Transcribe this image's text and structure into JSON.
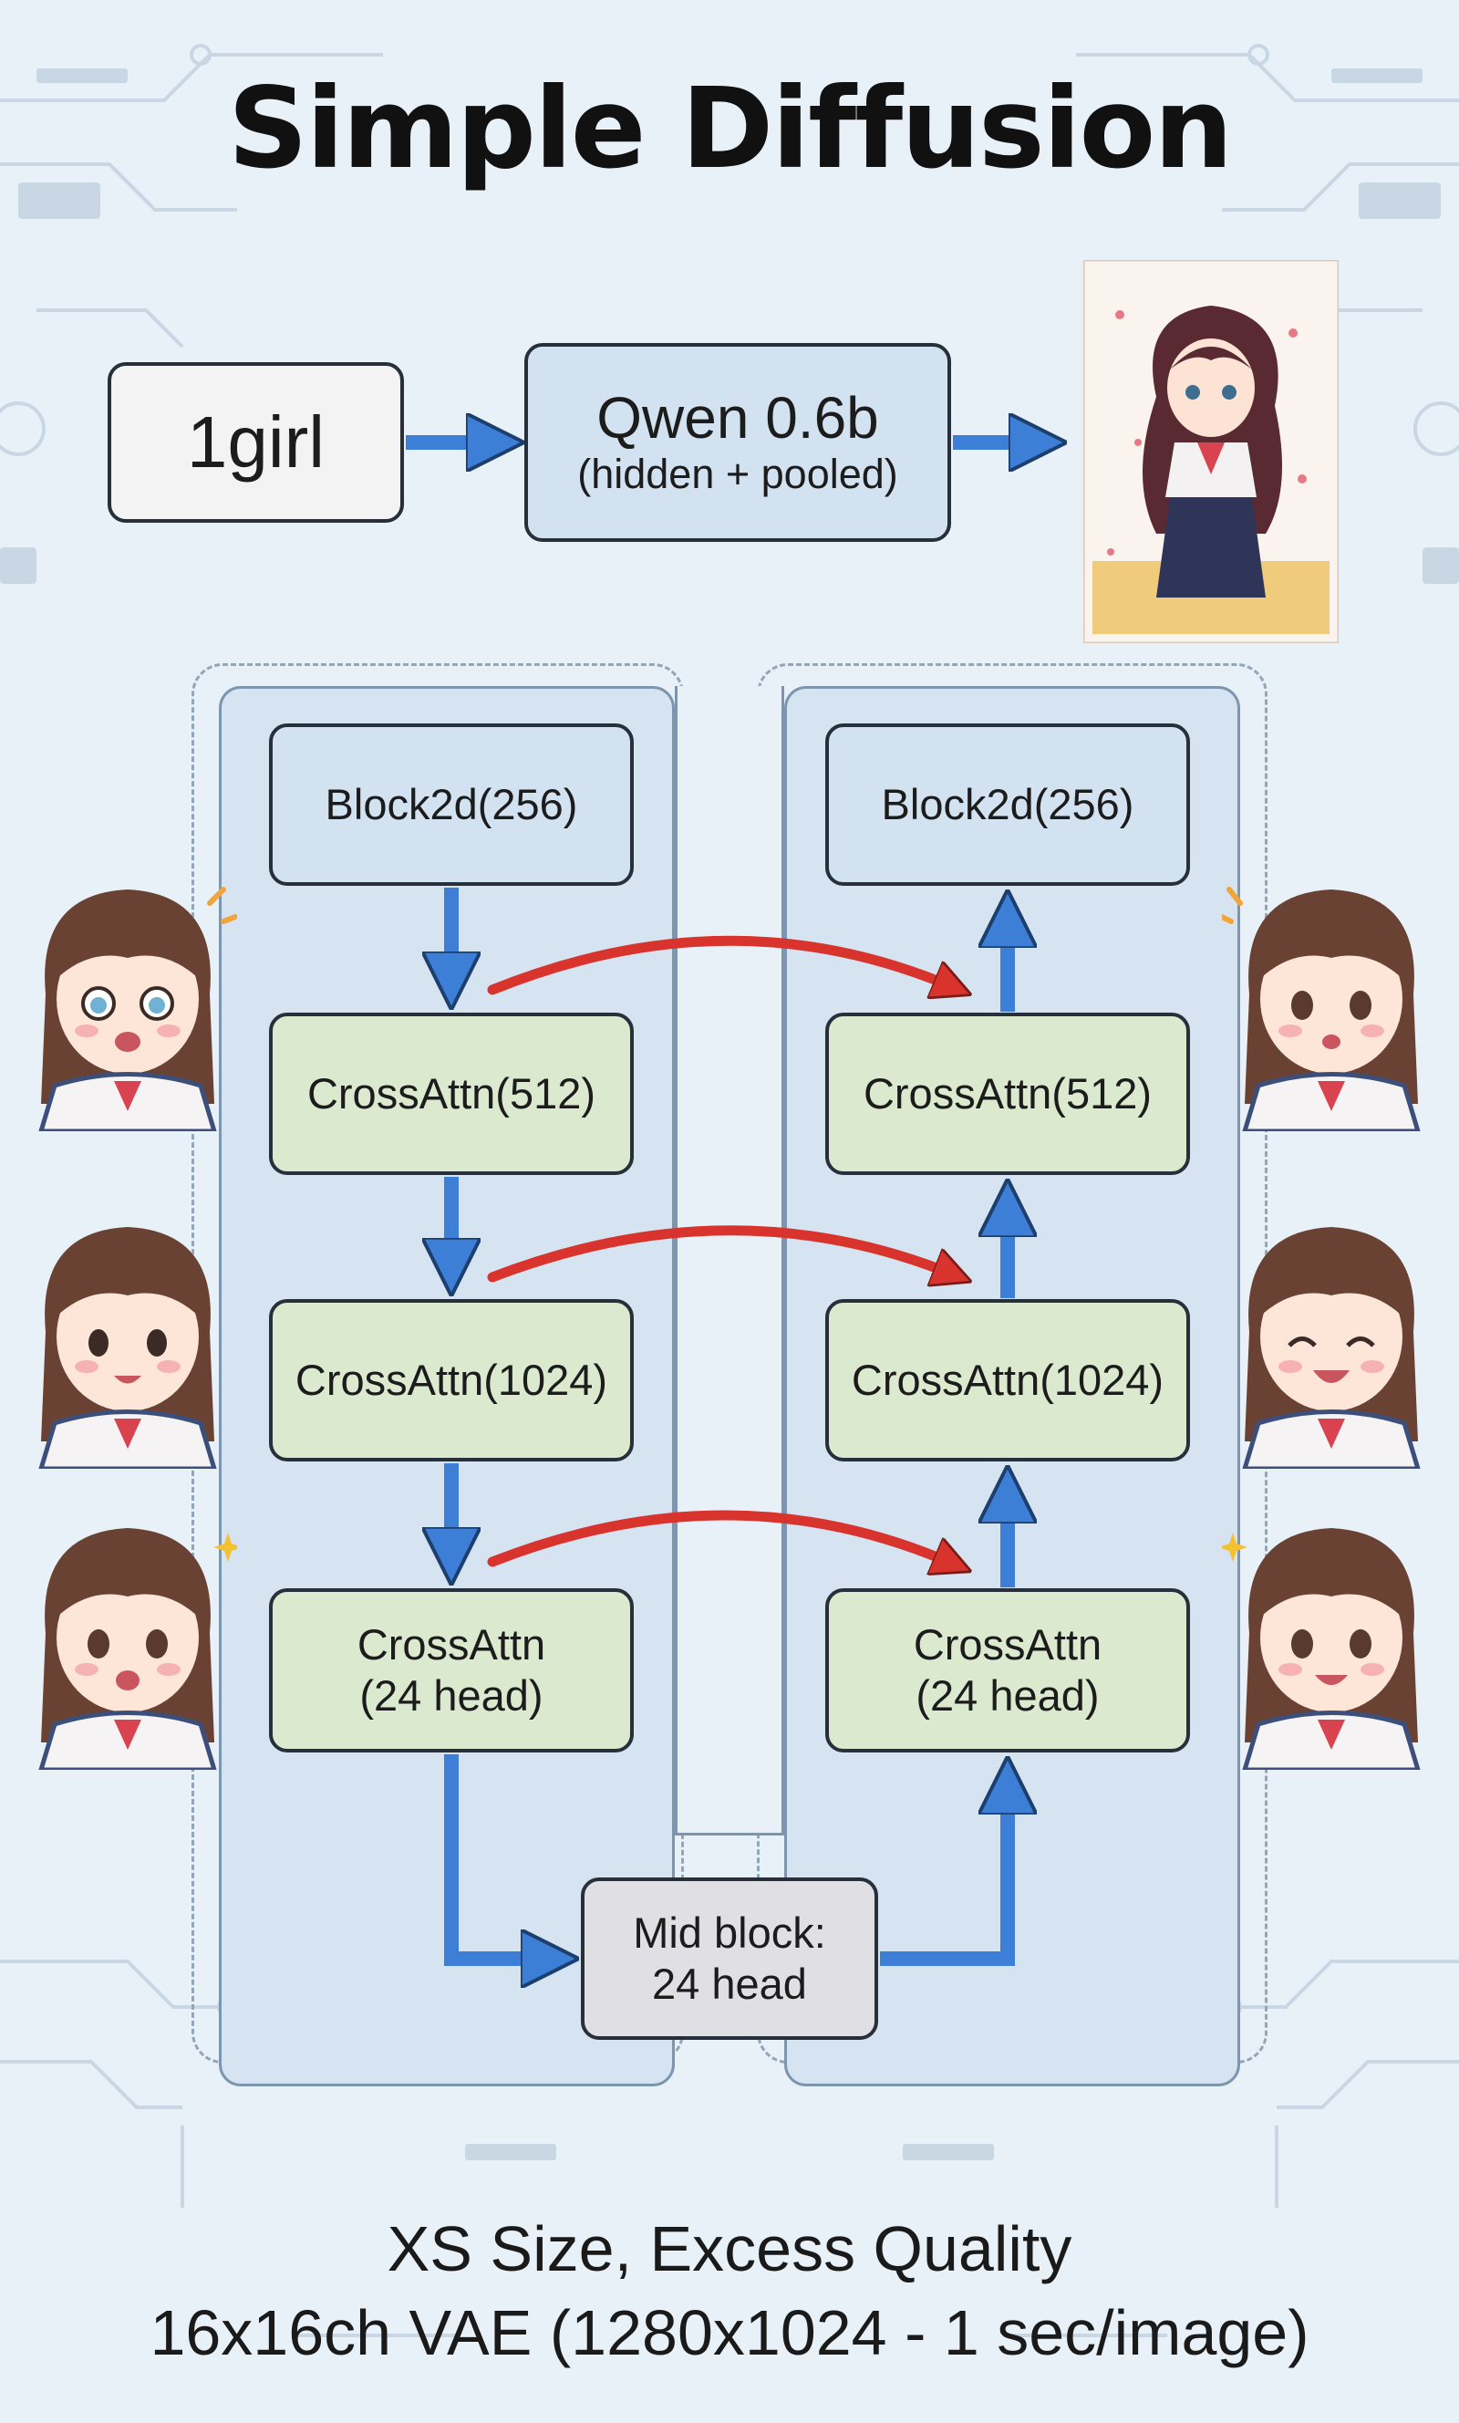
{
  "title": "Simple Diffusion",
  "input": {
    "label": "1girl"
  },
  "encoder": {
    "name": "Qwen 0.6b",
    "detail": "(hidden + pooled)"
  },
  "down_path": [
    {
      "label": "Block2d(256)",
      "kind": "block"
    },
    {
      "label": "CrossAttn(512)",
      "kind": "attn"
    },
    {
      "label": "CrossAttn(1024)",
      "kind": "attn"
    },
    {
      "label": "CrossAttn",
      "detail": "(24 head)",
      "kind": "attn"
    }
  ],
  "up_path": [
    {
      "label": "Block2d(256)",
      "kind": "block"
    },
    {
      "label": "CrossAttn(512)",
      "kind": "attn"
    },
    {
      "label": "CrossAttn(1024)",
      "kind": "attn"
    },
    {
      "label": "CrossAttn",
      "detail": "(24 head)",
      "kind": "attn"
    }
  ],
  "mid_block": {
    "label": "Mid block:",
    "detail": "24 head"
  },
  "footer": {
    "line1": "XS Size, Excess Quality",
    "line2": "16x16ch VAE (1280x1024 - 1 sec/image)"
  },
  "colors": {
    "flow_arrow": "#3d7fd6",
    "skip_arrow": "#d8342d",
    "block_fill": "#d2e2f1",
    "attn_fill": "#dbeacf",
    "mid_fill": "#e0dfe3"
  }
}
